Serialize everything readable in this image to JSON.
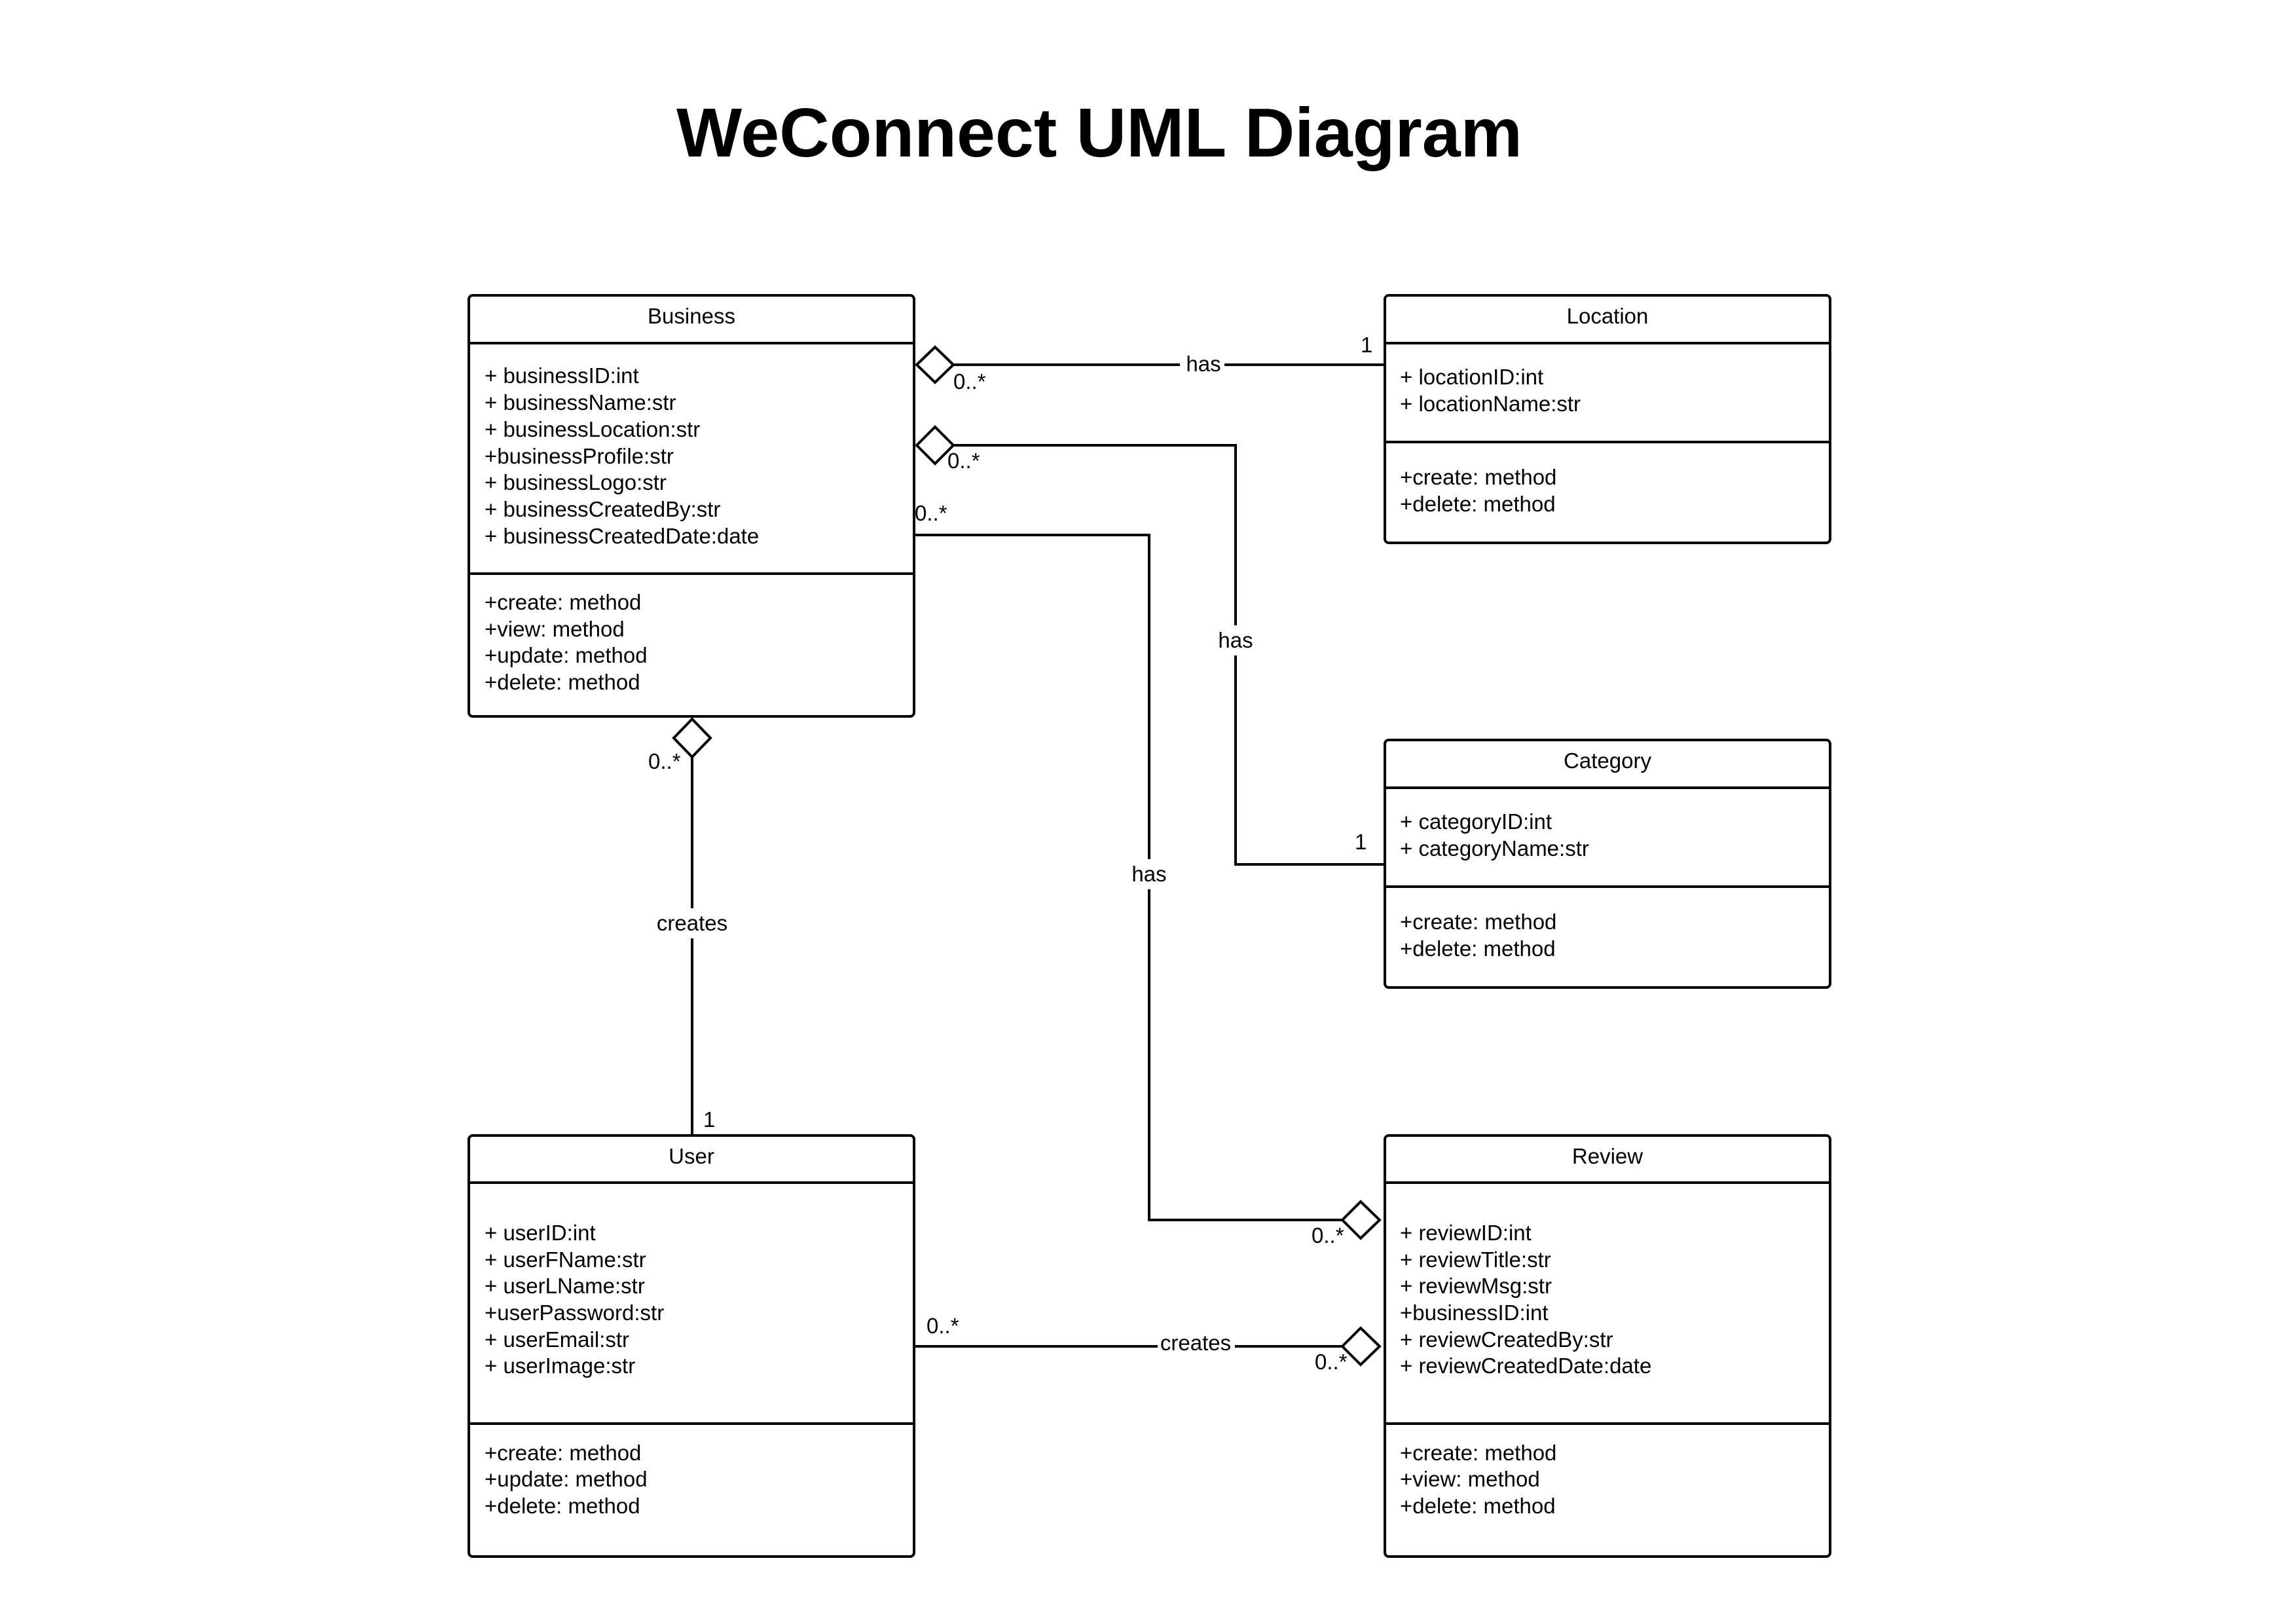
{
  "title": "WeConnect UML Diagram",
  "classes": {
    "business": {
      "name": "Business",
      "attributes": [
        "+ businessID:int",
        "+ businessName:str",
        "+ businessLocation:str",
        "+businessProfile:str",
        "+ businessLogo:str",
        "+ businessCreatedBy:str",
        "+ businessCreatedDate:date"
      ],
      "methods": [
        "+create: method",
        "+view: method",
        "+update: method",
        "+delete: method"
      ]
    },
    "location": {
      "name": "Location",
      "attributes": [
        "+ locationID:int",
        "+ locationName:str"
      ],
      "methods": [
        "+create: method",
        "+delete: method"
      ]
    },
    "category": {
      "name": "Category",
      "attributes": [
        "+ categoryID:int",
        "+ categoryName:str"
      ],
      "methods": [
        "+create: method",
        "+delete: method"
      ]
    },
    "user": {
      "name": "User",
      "attributes": [
        "+ userID:int",
        "+ userFName:str",
        "+ userLName:str",
        "+userPassword:str",
        "+ userEmail:str",
        "+ userImage:str"
      ],
      "methods": [
        "+create: method",
        "+update: method",
        "+delete: method"
      ]
    },
    "review": {
      "name": "Review",
      "attributes": [
        "+ reviewID:int",
        "+ reviewTitle:str",
        "+ reviewMsg:str",
        "+businessID:int",
        "+ reviewCreatedBy:str",
        "+ reviewCreatedDate:date"
      ],
      "methods": [
        "+create: method",
        "+view: method",
        "+delete: method"
      ]
    }
  },
  "relations": {
    "business_location": {
      "label": "has",
      "mult_business": "0..*",
      "mult_location": "1"
    },
    "business_category": {
      "label": "has",
      "mult_business": "0..*",
      "mult_category": "1"
    },
    "business_review": {
      "label": "has",
      "mult_business": "0..*",
      "mult_review": "0..*"
    },
    "user_business": {
      "label": "creates",
      "mult_business": "0..*",
      "mult_user": "1"
    },
    "user_review": {
      "label": "creates",
      "mult_user": "0..*",
      "mult_review": "0..*"
    }
  }
}
